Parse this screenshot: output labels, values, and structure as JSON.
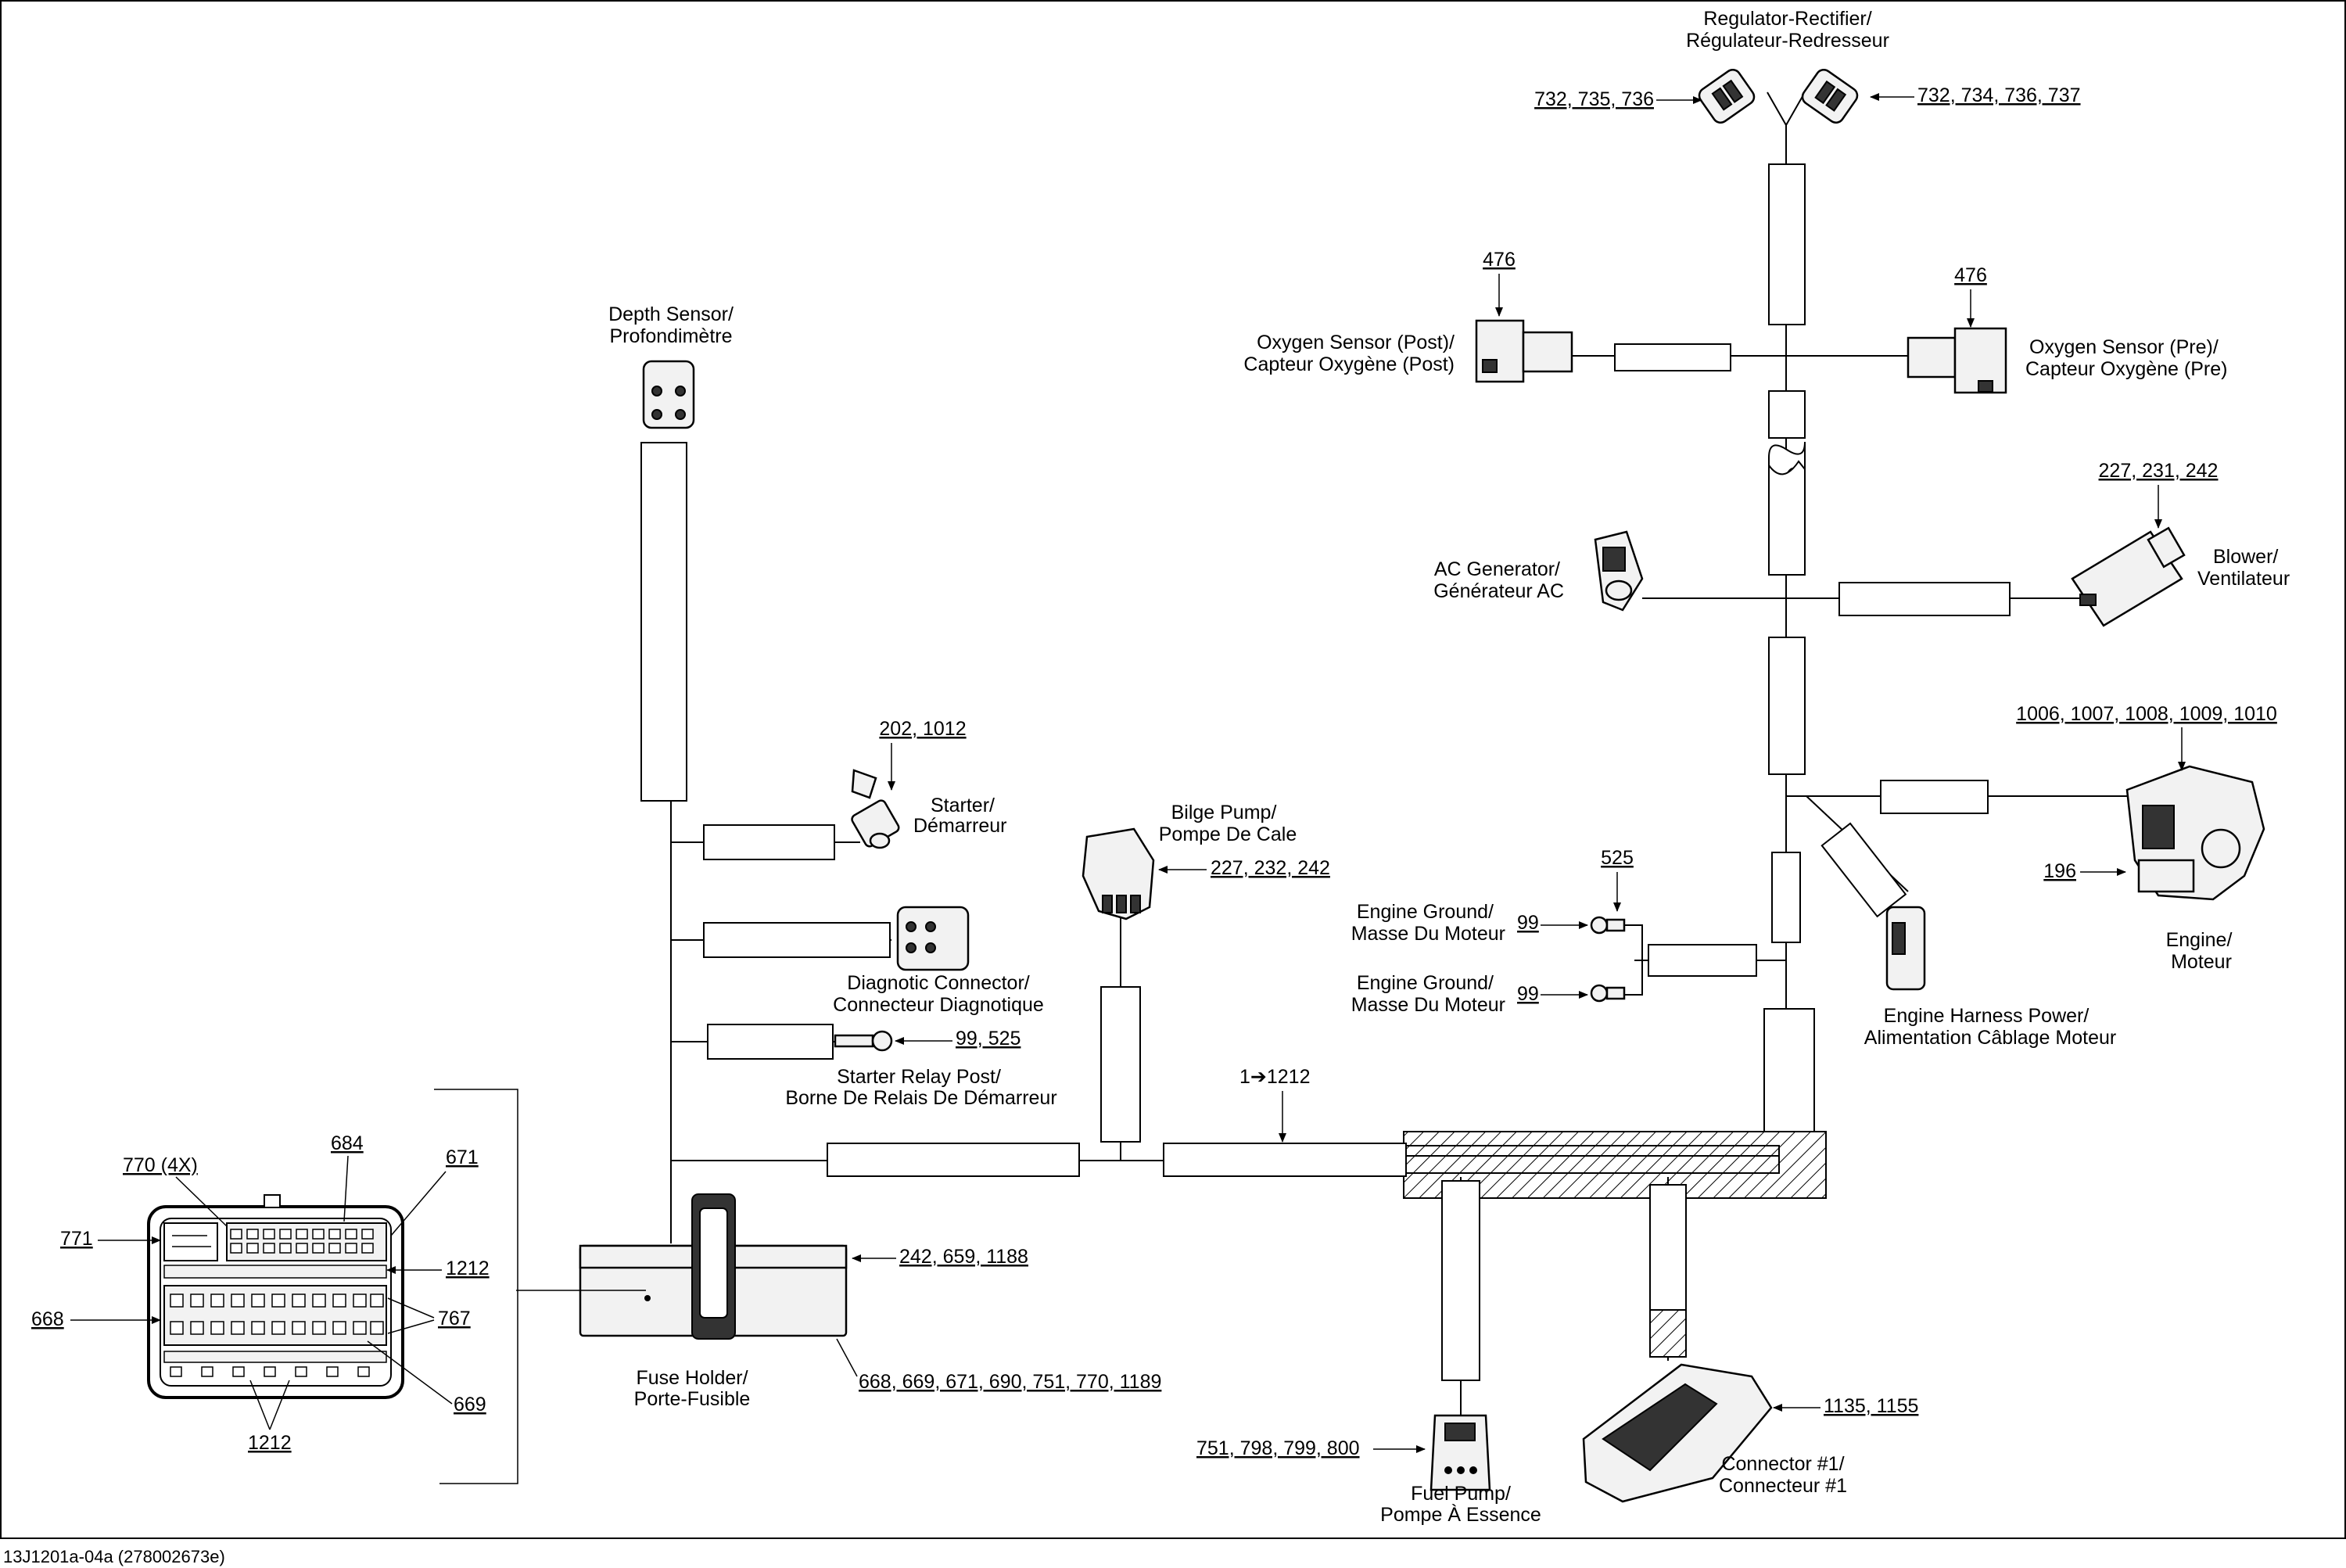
{
  "drawing_id": "13J1201a-04a (278002673e)",
  "components": {
    "regulator": {
      "line1": "Regulator-Rectifier/",
      "line2": "Régulateur-Redresseur",
      "ref_left": "732, 735, 736",
      "ref_right": "732, 734, 736, 737"
    },
    "oxygen_post": {
      "line1": "Oxygen Sensor (Post)/",
      "line2": "Capteur Oxygène (Post)",
      "ref": "476"
    },
    "oxygen_pre": {
      "line1": "Oxygen Sensor (Pre)/",
      "line2": "Capteur Oxygène (Pre)",
      "ref": "476"
    },
    "depth_sensor": {
      "line1": "Depth Sensor/",
      "line2": "Profondimètre"
    },
    "ac_generator": {
      "line1": "AC Generator/",
      "line2": "Générateur AC"
    },
    "blower": {
      "line1": "Blower/",
      "line2": "Ventilateur",
      "ref": "227, 231, 242"
    },
    "engine": {
      "line1": "Engine/",
      "line2": "Moteur",
      "ref_top": "1006, 1007, 1008, 1009, 1010",
      "ref_side": "196"
    },
    "starter": {
      "line1": "Starter/",
      "line2": "Démarreur",
      "ref": "202, 1012"
    },
    "bilge_pump": {
      "line1": "Bilge Pump/",
      "line2": "Pompe De Cale",
      "ref": "227, 232, 242"
    },
    "diagnostic": {
      "line1": "Diagnotic Connector/",
      "line2": "Connecteur Diagnotique"
    },
    "starter_relay": {
      "line1": "Starter Relay Post/",
      "line2": "Borne De Relais De Démarreur",
      "ref": "99, 525"
    },
    "engine_ground_1": {
      "line1": "Engine Ground/",
      "line2": "Masse Du Moteur",
      "ref": "99"
    },
    "engine_ground_2": {
      "line1": "Engine Ground/",
      "line2": "Masse Du Moteur",
      "ref": "99"
    },
    "ground_ref": "525",
    "engine_harness_power": {
      "line1": "Engine Harness Power/",
      "line2": "Alimentation Câblage Moteur"
    },
    "harness_range": "1➔1212",
    "fuse_holder": {
      "line1": "Fuse Holder/",
      "line2": "Porte-Fusible",
      "ref_top": "242, 659, 1188",
      "ref_bottom": "668, 669, 671, 690, 751, 770, 1189"
    },
    "fuel_pump": {
      "line1": "Fuel Pump/",
      "line2": "Pompe À Essence",
      "ref": "751, 798, 799, 800"
    },
    "connector_1": {
      "line1": "Connector #1/",
      "line2": "Connecteur #1",
      "ref": "1135, 1155"
    }
  },
  "fuse_detail": {
    "ref_770": "770 (4X)",
    "ref_684": "684",
    "ref_671": "671",
    "ref_771": "771",
    "ref_1212_right": "1212",
    "ref_668": "668",
    "ref_767": "767",
    "ref_669": "669",
    "ref_1212_bottom": "1212"
  }
}
